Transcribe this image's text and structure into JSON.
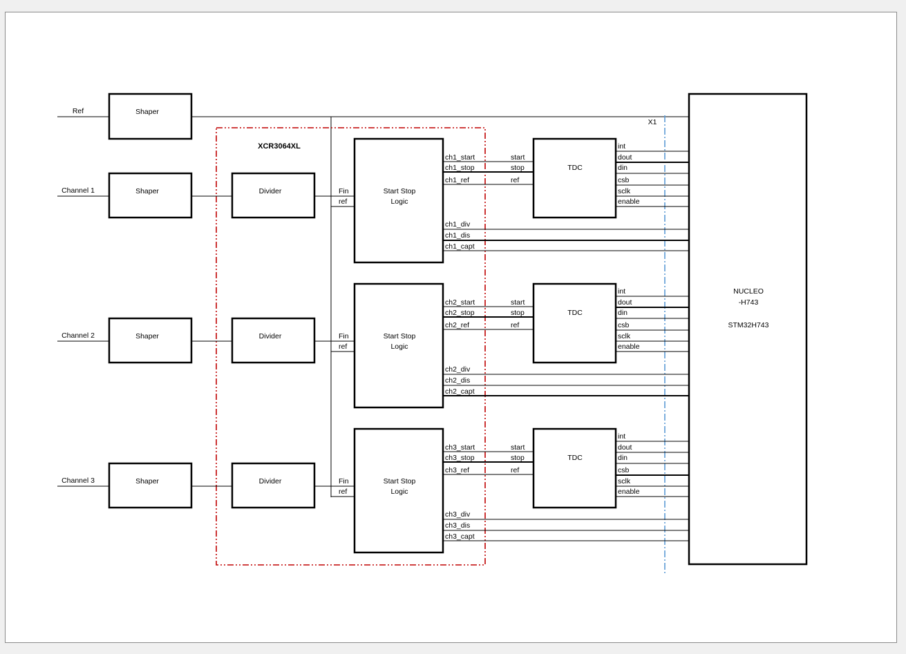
{
  "colors": {
    "fpga_border": "#c00000",
    "connector_line": "#5b9bd5",
    "block": "#000000"
  },
  "ref_input": {
    "label": "Ref",
    "shaper": "Shaper"
  },
  "fpga": {
    "label": "XCR3064XL"
  },
  "connector": {
    "label": "X1"
  },
  "mcu": {
    "line1": "NUCLEO",
    "line2": "-H743",
    "line3": "STM32H743"
  },
  "channels": [
    {
      "input": "Channel 1",
      "shaper": "Shaper",
      "divider": "Divider",
      "ssl_fin": "Fin",
      "ssl_ref": "ref",
      "ssl_line1": "Start Stop",
      "ssl_line2": "Logic",
      "sig_start": "ch1_start",
      "sig_stop": "ch1_stop",
      "sig_ref": "ch1_ref",
      "tdc_start": "start",
      "tdc_stop": "stop",
      "tdc_ref": "ref",
      "tdc": "TDC",
      "pins": [
        "int",
        "dout",
        "din",
        "csb",
        "sclk",
        "enable"
      ],
      "sig_div": "ch1_div",
      "sig_dis": "ch1_dis",
      "sig_capt": "ch1_capt"
    },
    {
      "input": "Channel 2",
      "shaper": "Shaper",
      "divider": "Divider",
      "ssl_fin": "Fin",
      "ssl_ref": "ref",
      "ssl_line1": "Start Stop",
      "ssl_line2": "Logic",
      "sig_start": "ch2_start",
      "sig_stop": "ch2_stop",
      "sig_ref": "ch2_ref",
      "tdc_start": "start",
      "tdc_stop": "stop",
      "tdc_ref": "ref",
      "tdc": "TDC",
      "pins": [
        "int",
        "dout",
        "din",
        "csb",
        "sclk",
        "enable"
      ],
      "sig_div": "ch2_div",
      "sig_dis": "ch2_dis",
      "sig_capt": "ch2_capt"
    },
    {
      "input": "Channel 3",
      "shaper": "Shaper",
      "divider": "Divider",
      "ssl_fin": "Fin",
      "ssl_ref": "ref",
      "ssl_line1": "Start Stop",
      "ssl_line2": "Logic",
      "sig_start": "ch3_start",
      "sig_stop": "ch3_stop",
      "sig_ref": "ch3_ref",
      "tdc_start": "start",
      "tdc_stop": "stop",
      "tdc_ref": "ref",
      "tdc": "TDC",
      "pins": [
        "int",
        "dout",
        "din",
        "csb",
        "sclk",
        "enable"
      ],
      "sig_div": "ch3_div",
      "sig_dis": "ch3_dis",
      "sig_capt": "ch3_capt"
    }
  ]
}
